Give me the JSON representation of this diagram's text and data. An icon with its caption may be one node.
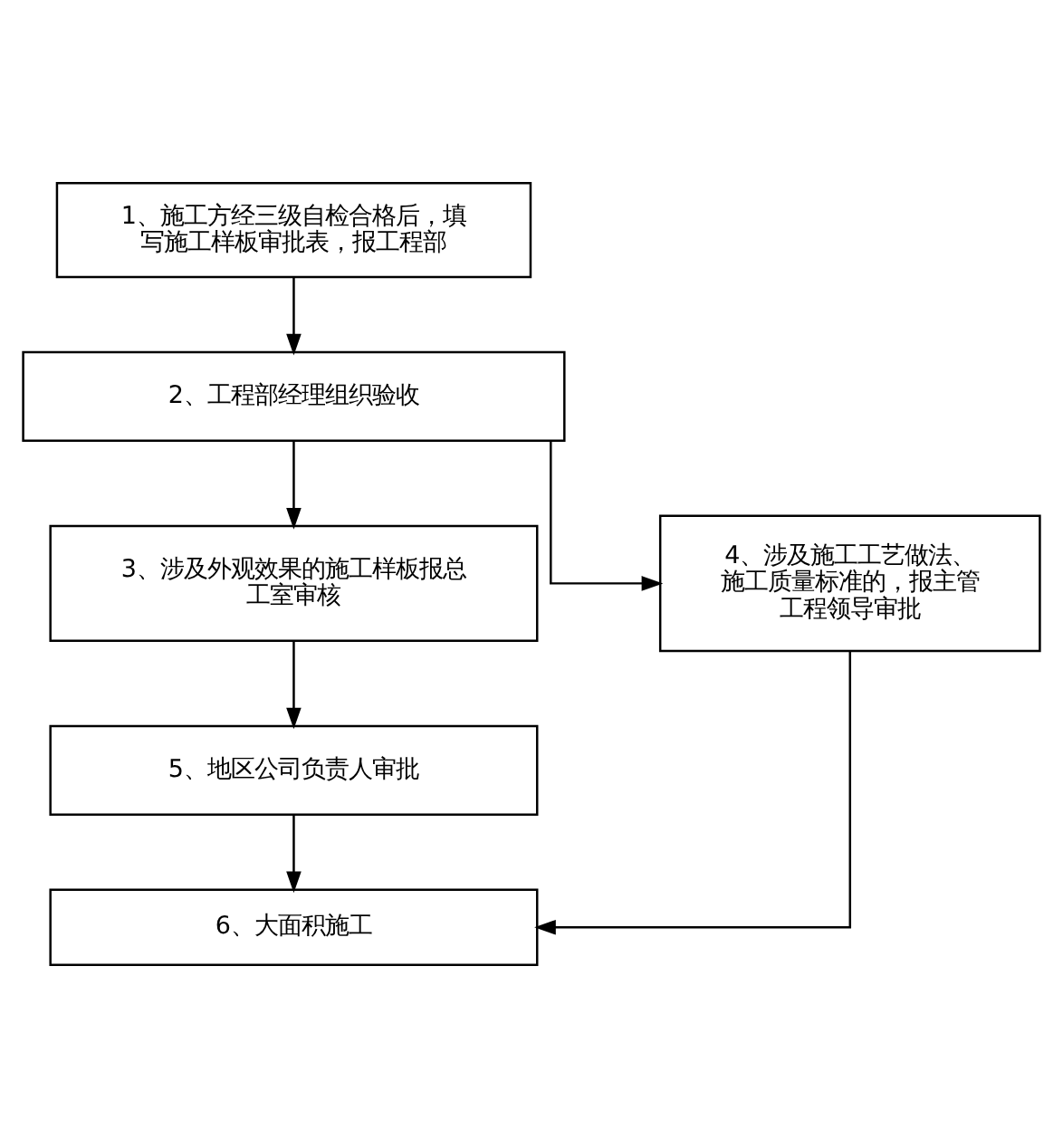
{
  "diagram": {
    "nodes": [
      {
        "text": [
          "1、施工方经三级自检合格后，填写施工样板审批表，报工程部"
        ]
      },
      {
        "text": [
          "2、工程部经理组织验收"
        ]
      },
      {
        "text": [
          "3、涉及外观效果的施工样板报总工室审核"
        ]
      },
      {
        "text": [
          "4、涉及施工工艺做法、施工质量标准的，报主管工程领导审批"
        ]
      },
      {
        "text": [
          "5、地区公司负责人审批"
        ]
      },
      {
        "text": [
          "6、大面积施工"
        ]
      }
    ],
    "edges": [
      {
        "from": 0,
        "to": 1,
        "arrow": "to"
      },
      {
        "from": 1,
        "to": 2,
        "arrow": "to"
      },
      {
        "from": 1,
        "to": 3,
        "arrow": "to"
      },
      {
        "from": 2,
        "to": 4,
        "arrow": "to"
      },
      {
        "from": 4,
        "to": 5,
        "arrow": "to"
      },
      {
        "from": 3,
        "to": 5,
        "arrow": "to"
      }
    ]
  }
}
